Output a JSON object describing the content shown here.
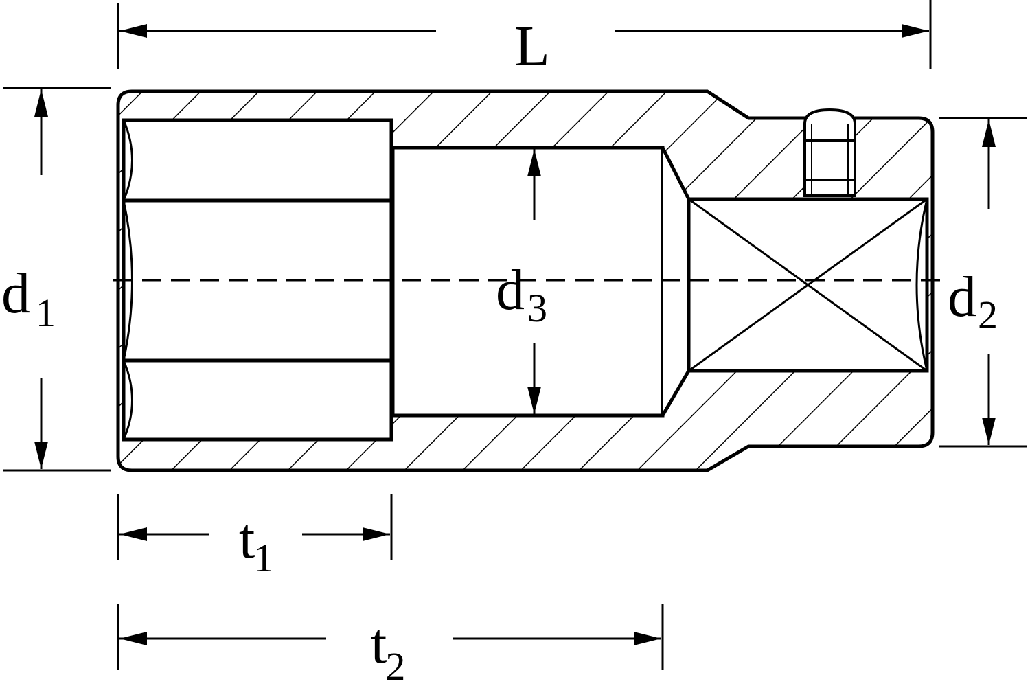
{
  "title": "Socket dimension drawing",
  "colors": {
    "line": "#000000",
    "background": "#ffffff"
  },
  "dimensions": {
    "L": {
      "main": "L"
    },
    "d1": {
      "main": "d",
      "sub": "1"
    },
    "d2": {
      "main": "d",
      "sub": "2"
    },
    "d3": {
      "main": "d",
      "sub": "3"
    },
    "t1": {
      "main": "t",
      "sub": "1"
    },
    "t2": {
      "main": "t",
      "sub": "2"
    }
  }
}
